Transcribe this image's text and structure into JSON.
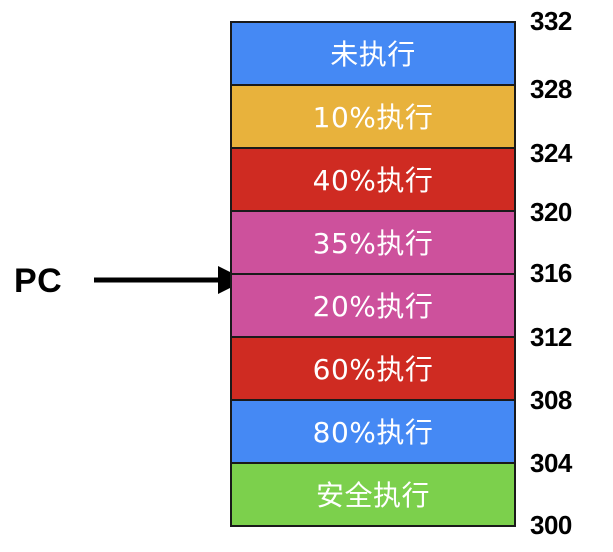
{
  "diagram": {
    "title": "Memory execution-progress column with PC pointer",
    "pointer": {
      "label": "PC",
      "icon": "right-arrow-icon",
      "points_to_address": "316"
    },
    "memory": {
      "cells": [
        {
          "label": "未执行",
          "color": "#4589F4",
          "top_address": "332",
          "bottom_address": "328"
        },
        {
          "label": "10%执行",
          "color": "#E8B23C",
          "top_address": "328",
          "bottom_address": "324"
        },
        {
          "label": "40%执行",
          "color": "#CF2B22",
          "top_address": "324",
          "bottom_address": "320"
        },
        {
          "label": "35%执行",
          "color": "#CD519C",
          "top_address": "320",
          "bottom_address": "316"
        },
        {
          "label": "20%执行",
          "color": "#CD519C",
          "top_address": "316",
          "bottom_address": "312"
        },
        {
          "label": "60%执行",
          "color": "#CF2B22",
          "top_address": "312",
          "bottom_address": "308"
        },
        {
          "label": "80%执行",
          "color": "#4589F4",
          "top_address": "308",
          "bottom_address": "304"
        },
        {
          "label": "安全执行",
          "color": "#7CD04C",
          "top_address": "304",
          "bottom_address": "300"
        }
      ]
    },
    "address_ruler": {
      "ticks": [
        "332",
        "328",
        "324",
        "320",
        "316",
        "312",
        "308",
        "304",
        "300"
      ]
    },
    "colors": {
      "border": "#1a1a1a",
      "text_on_cell": "#ffffff",
      "label_text": "#000000",
      "background": "#ffffff"
    }
  }
}
